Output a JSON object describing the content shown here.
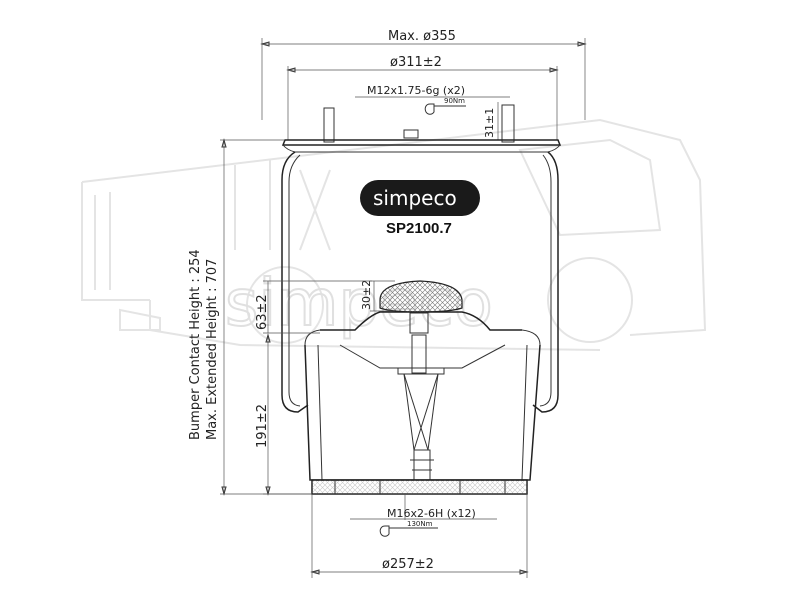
{
  "dimensions": {
    "max_diameter": "Max. ø355",
    "plate_diameter": "ø311±2",
    "stud_thread": "M12x1.75-6g (x2)",
    "stud_torque": "90Nm",
    "stud_length": "31±1",
    "bumper_height": "30±2",
    "bumper_offset": "63±2",
    "piston_height": "191±2",
    "bottom_thread": "M16x2-6H (x12)",
    "bottom_torque": "130Nm",
    "piston_diameter": "ø257±2",
    "bumper_contact_height": "Bumper Contact Height : 254",
    "max_extended_height": "Max. Extended Height : 707"
  },
  "branding": {
    "logo": "simpeco",
    "model": "SP2100.7",
    "watermark": "simpeco"
  },
  "colors": {
    "line": "#333333",
    "logo_bg": "#1a1a1a",
    "watermark": "#e4e4e4",
    "bumper_fill": "#cfcfcf"
  }
}
